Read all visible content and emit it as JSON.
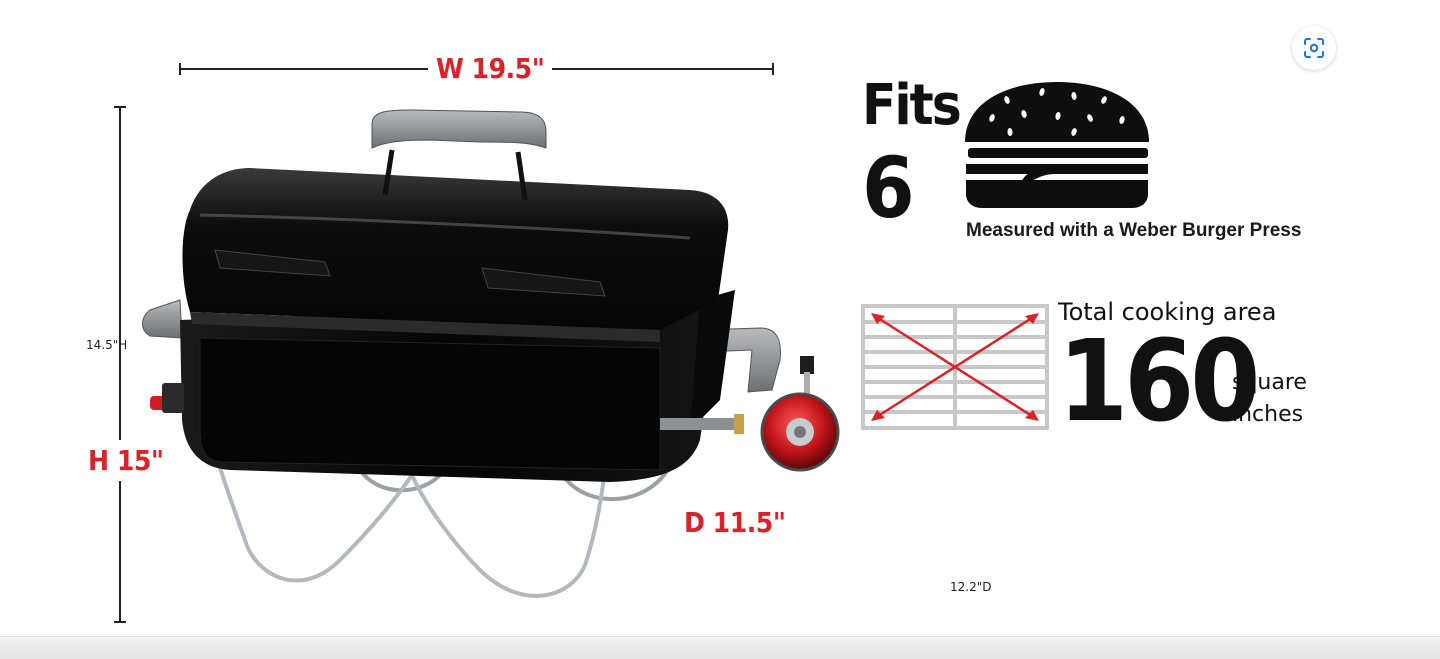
{
  "dimensions": {
    "width": "W 19.5\"",
    "height": "H 15\"",
    "depth": "D 11.5\"",
    "height_small": "14.5\"H",
    "depth_small": "12.2\"D"
  },
  "capacity": {
    "fits_word": "Fits",
    "fits_count": "6",
    "measured_note": "Measured with a Weber Burger Press"
  },
  "cooking_area": {
    "label": "Total cooking area",
    "value": "160",
    "unit_line1": "square",
    "unit_line2": "inches"
  },
  "icons": {
    "lens": "lens-search-icon",
    "burger": "burger-icon",
    "grate": "grate-diagonal-icon",
    "grill": "weber-go-anywhere-grill"
  },
  "brand": {
    "accent_red": "#d8232a",
    "grill_black": "#0b0b0b",
    "handle_grey": "#8e9193"
  }
}
